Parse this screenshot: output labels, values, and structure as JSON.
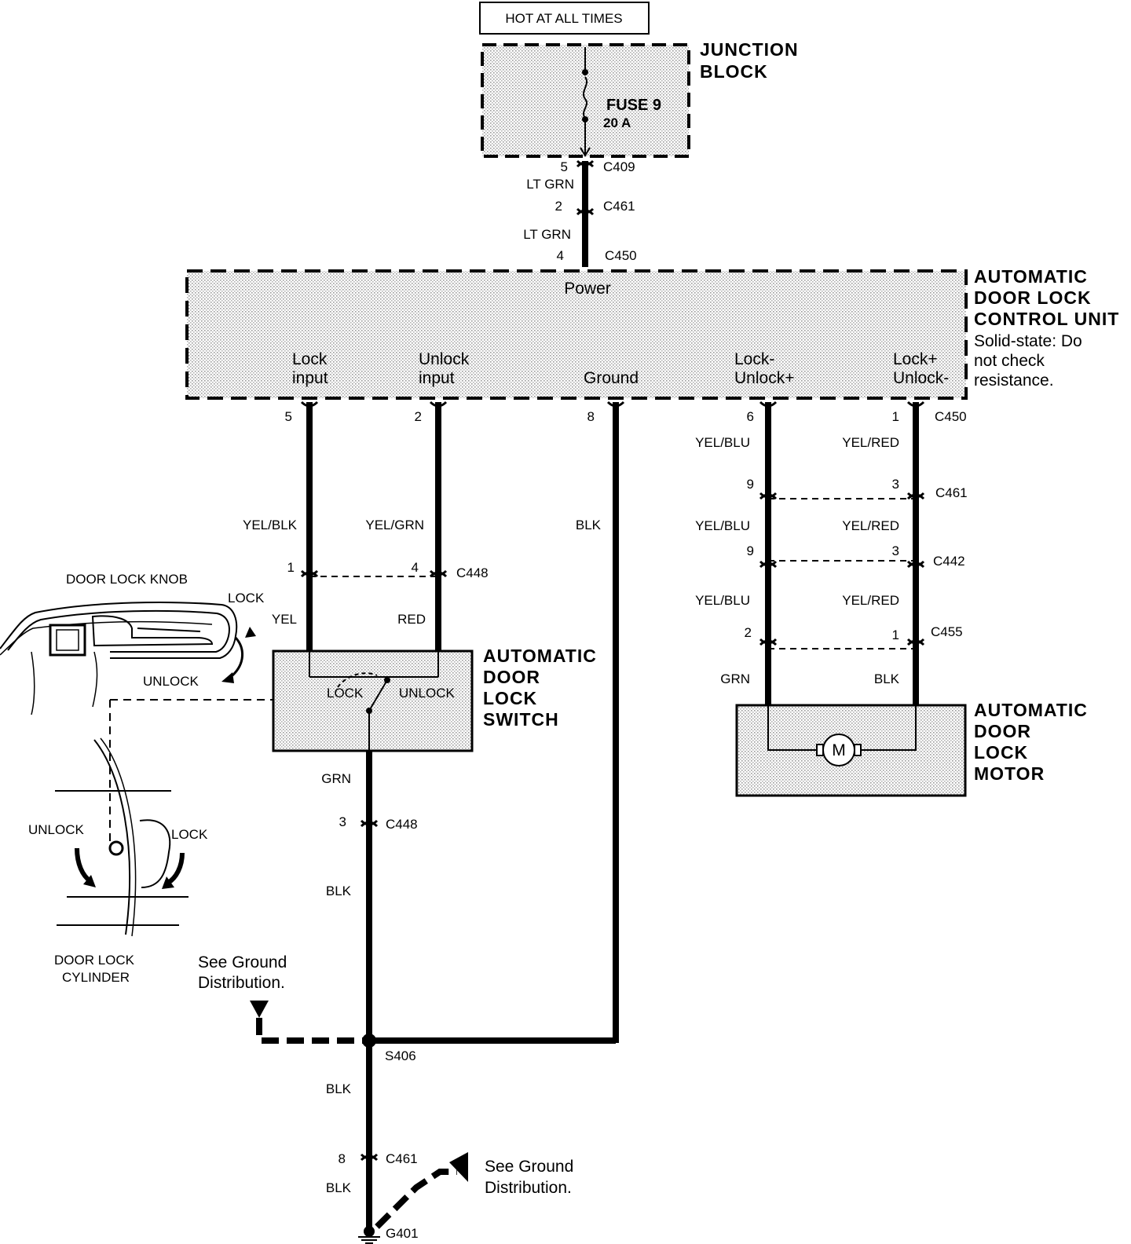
{
  "hot_label": "HOT AT ALL TIMES",
  "junction_block": {
    "title_line1": "JUNCTION",
    "title_line2": "BLOCK",
    "fuse_name": "FUSE 9",
    "fuse_rating": "20 A"
  },
  "upper_connectors": {
    "c409": "C409",
    "c409_pin": "5",
    "c461": "C461",
    "c461_pin": "2",
    "c450": "C450",
    "c450_pin": "4",
    "wire_color_1": "LT GRN",
    "wire_color_2": "LT GRN"
  },
  "control_unit": {
    "title_line1": "AUTOMATIC",
    "title_line2": "DOOR LOCK",
    "title_line3": "CONTROL UNIT",
    "note_line1": "Solid-state: Do",
    "note_line2": "not check",
    "note_line3": "resistance.",
    "power": "Power",
    "lock_input_1": "Lock",
    "lock_input_2": "input",
    "unlock_input_1": "Unlock",
    "unlock_input_2": "input",
    "ground": "Ground",
    "lock_minus_1": "Lock-",
    "lock_minus_2": "Unlock+",
    "lock_plus_1": "Lock+",
    "lock_plus_2": "Unlock-"
  },
  "pins_c450": {
    "lock_input": "5",
    "unlock_input": "2",
    "ground": "8",
    "lock_minus": "6",
    "lock_plus": "1",
    "connector": "C450"
  },
  "wires": {
    "lock_input": "YEL/BLK",
    "unlock_input": "YEL/GRN",
    "ground": "BLK",
    "yel_blu": "YEL/BLU",
    "yel_red": "YEL/RED",
    "switch_lock": "YEL",
    "switch_unlock": "RED",
    "motor_a": "GRN",
    "motor_b": "BLK",
    "switch_out": "GRN",
    "switch_out_2": "BLK",
    "s406_down": "BLK",
    "g401_wire": "BLK"
  },
  "c461_right": {
    "connector": "C461",
    "pin_a": "9",
    "pin_b": "3"
  },
  "c442": {
    "connector": "C442",
    "pin_a": "9",
    "pin_b": "3"
  },
  "c455": {
    "connector": "C455",
    "pin_a": "2",
    "pin_b": "1"
  },
  "c448_top": {
    "connector": "C448",
    "pin_a": "1",
    "pin_b": "4"
  },
  "c448_bottom": {
    "connector": "C448",
    "pin": "3"
  },
  "c461_bottom": {
    "connector": "C461",
    "pin": "8"
  },
  "switch": {
    "title_line1": "AUTOMATIC",
    "title_line2": "DOOR",
    "title_line3": "LOCK",
    "title_line4": "SWITCH",
    "lock": "LOCK",
    "unlock": "UNLOCK"
  },
  "motor": {
    "title_line1": "AUTOMATIC",
    "title_line2": "DOOR",
    "title_line3": "LOCK",
    "title_line4": "MOTOR",
    "symbol": "M"
  },
  "knob": {
    "title": "DOOR LOCK KNOB",
    "lock": "LOCK",
    "unlock": "UNLOCK"
  },
  "cylinder": {
    "title_line1": "DOOR LOCK",
    "title_line2": "CYLINDER",
    "unlock": "UNLOCK",
    "lock": "LOCK"
  },
  "ground_ref_1": {
    "line1": "See Ground",
    "line2": "Distribution."
  },
  "ground_ref_2": {
    "line1": "See Ground",
    "line2": "Distribution."
  },
  "splice": "S406",
  "ground_point": "G401"
}
